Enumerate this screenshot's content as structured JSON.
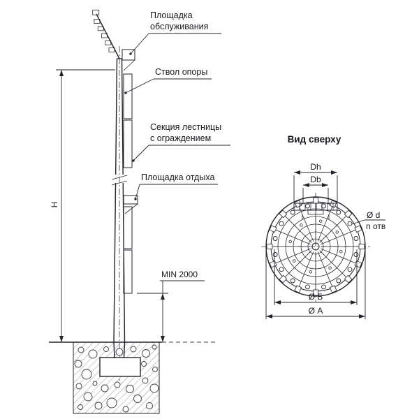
{
  "drawing": {
    "top_view_title": "Вид сверху",
    "callouts": {
      "service_platform": [
        "Площадка",
        "обслуживания"
      ],
      "pole_trunk": "Ствол опоры",
      "ladder_section": [
        "Секция лестницы",
        "с ограждением"
      ],
      "rest_platform": "Площадка отдыха"
    },
    "dimensions": {
      "height": "H",
      "min_clearance": "MIN 2000",
      "head_dia": "Dh",
      "base_head_dia": "Db",
      "hole_dia": "Ø d",
      "holes_count": "n отв",
      "bolt_circle_dia": "Ø Б",
      "outer_dia": "Ø А"
    }
  },
  "colors": {
    "line": "#23232c",
    "text": "#17171f",
    "background": "#ffffff"
  }
}
